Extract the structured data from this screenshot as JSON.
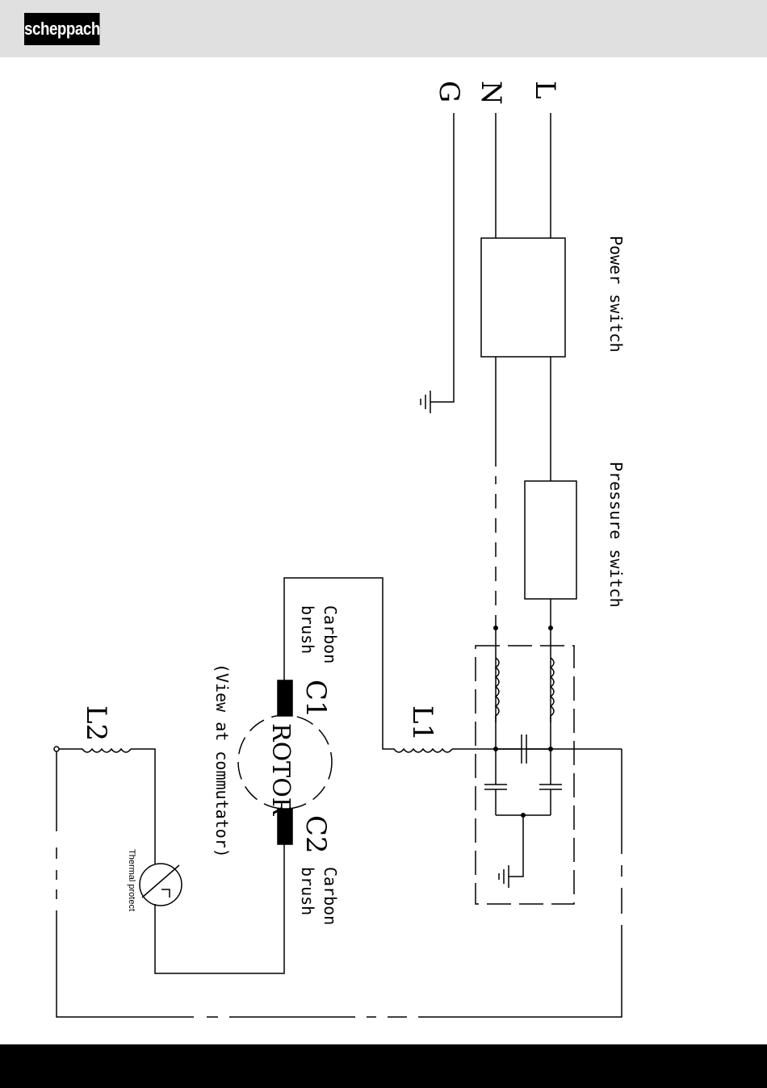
{
  "header": {
    "logo_text": "scheppach"
  },
  "diagram": {
    "terminals": {
      "l": "L",
      "n": "N",
      "g": "G"
    },
    "power_switch": "Power switch",
    "pressure_switch": "Pressure switch",
    "inductor_l1": "L1",
    "inductor_l2": "L2",
    "brush_c1": "C1",
    "brush_c2": "C2",
    "carbon_word": "Carbon",
    "brush_word": "brush",
    "rotor": "ROTOR",
    "view_note": "(View at commutator)",
    "thermal": "Thermal protect"
  },
  "colors": {
    "header_bg": "#e0e0e0",
    "logo_bg": "#000000",
    "footer_bg": "#000000"
  }
}
